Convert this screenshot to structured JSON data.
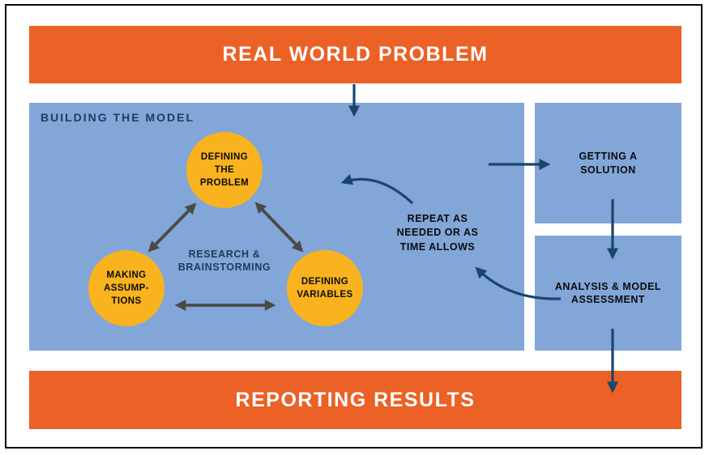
{
  "colors": {
    "orange": "#EB6126",
    "blue": "#82A6D8",
    "yellow": "#F8B31F",
    "navy": "#1A466B",
    "navy_text": "#1C3D5C",
    "gray_arrow": "#4A4A46",
    "text_black": "#0b0b0b",
    "banner_text": "#ffffff"
  },
  "banners": {
    "top": "REAL WORLD PROBLEM",
    "bottom": "REPORTING RESULTS"
  },
  "model": {
    "label": "BUILDING THE MODEL",
    "circles": {
      "problem": "DEFINING\nTHE\nPROBLEM",
      "assumptions": "MAKING\nASSUMP-\nTIONS",
      "variables": "DEFINING\nVARIABLES"
    },
    "center_note": "RESEARCH &\nBRAINSTORMING"
  },
  "side_boxes": {
    "solution": "GETTING A\nSOLUTION",
    "analysis": "ANALYSIS & MODEL\nASSESSMENT"
  },
  "repeat_note": "REPEAT AS\nNEEDED OR AS\nTIME ALLOWS",
  "arrows": {
    "problem_to_model": "real world problem to building the model",
    "model_to_solution": "building the model to getting a solution",
    "solution_to_analysis": "getting a solution to analysis & model assessment",
    "analysis_to_reporting": "analysis & model assessment to reporting results",
    "repeat_upper": "repeat loop back into model (upper)",
    "repeat_lower": "repeat loop from analysis (lower)",
    "problem_assumptions": "defining the problem <-> making assumptions",
    "problem_variables": "defining the problem <-> defining variables",
    "assumptions_variables": "making assumptions <-> defining variables"
  }
}
